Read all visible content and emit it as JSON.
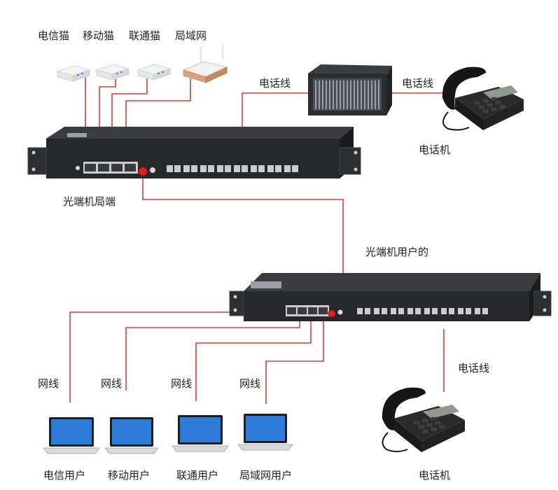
{
  "top": {
    "modems": [
      "电信猫",
      "移动猫",
      "联通猫"
    ],
    "router": "局域网",
    "phone_line_left": "电话线",
    "phone_line_right": "电话线",
    "phone": "电话机",
    "device": "光端机局端"
  },
  "bottom": {
    "device": "光端机用户的",
    "phone_line": "电话线",
    "phone": "电话机",
    "net_labels": [
      "网线",
      "网线",
      "网线",
      "网线"
    ],
    "users": [
      "电信用户",
      "移动用户",
      "联通用户",
      "局域网用户"
    ]
  },
  "colors": {
    "wire": "#e03a3a",
    "device_body": "#26282b",
    "port": "#c9cdd1",
    "led": "#e02020"
  },
  "icons": {
    "modem": "modem-icon",
    "router": "router-icon",
    "switchboard": "pbx-icon",
    "phone": "telephone-icon",
    "laptop": "laptop-icon"
  }
}
